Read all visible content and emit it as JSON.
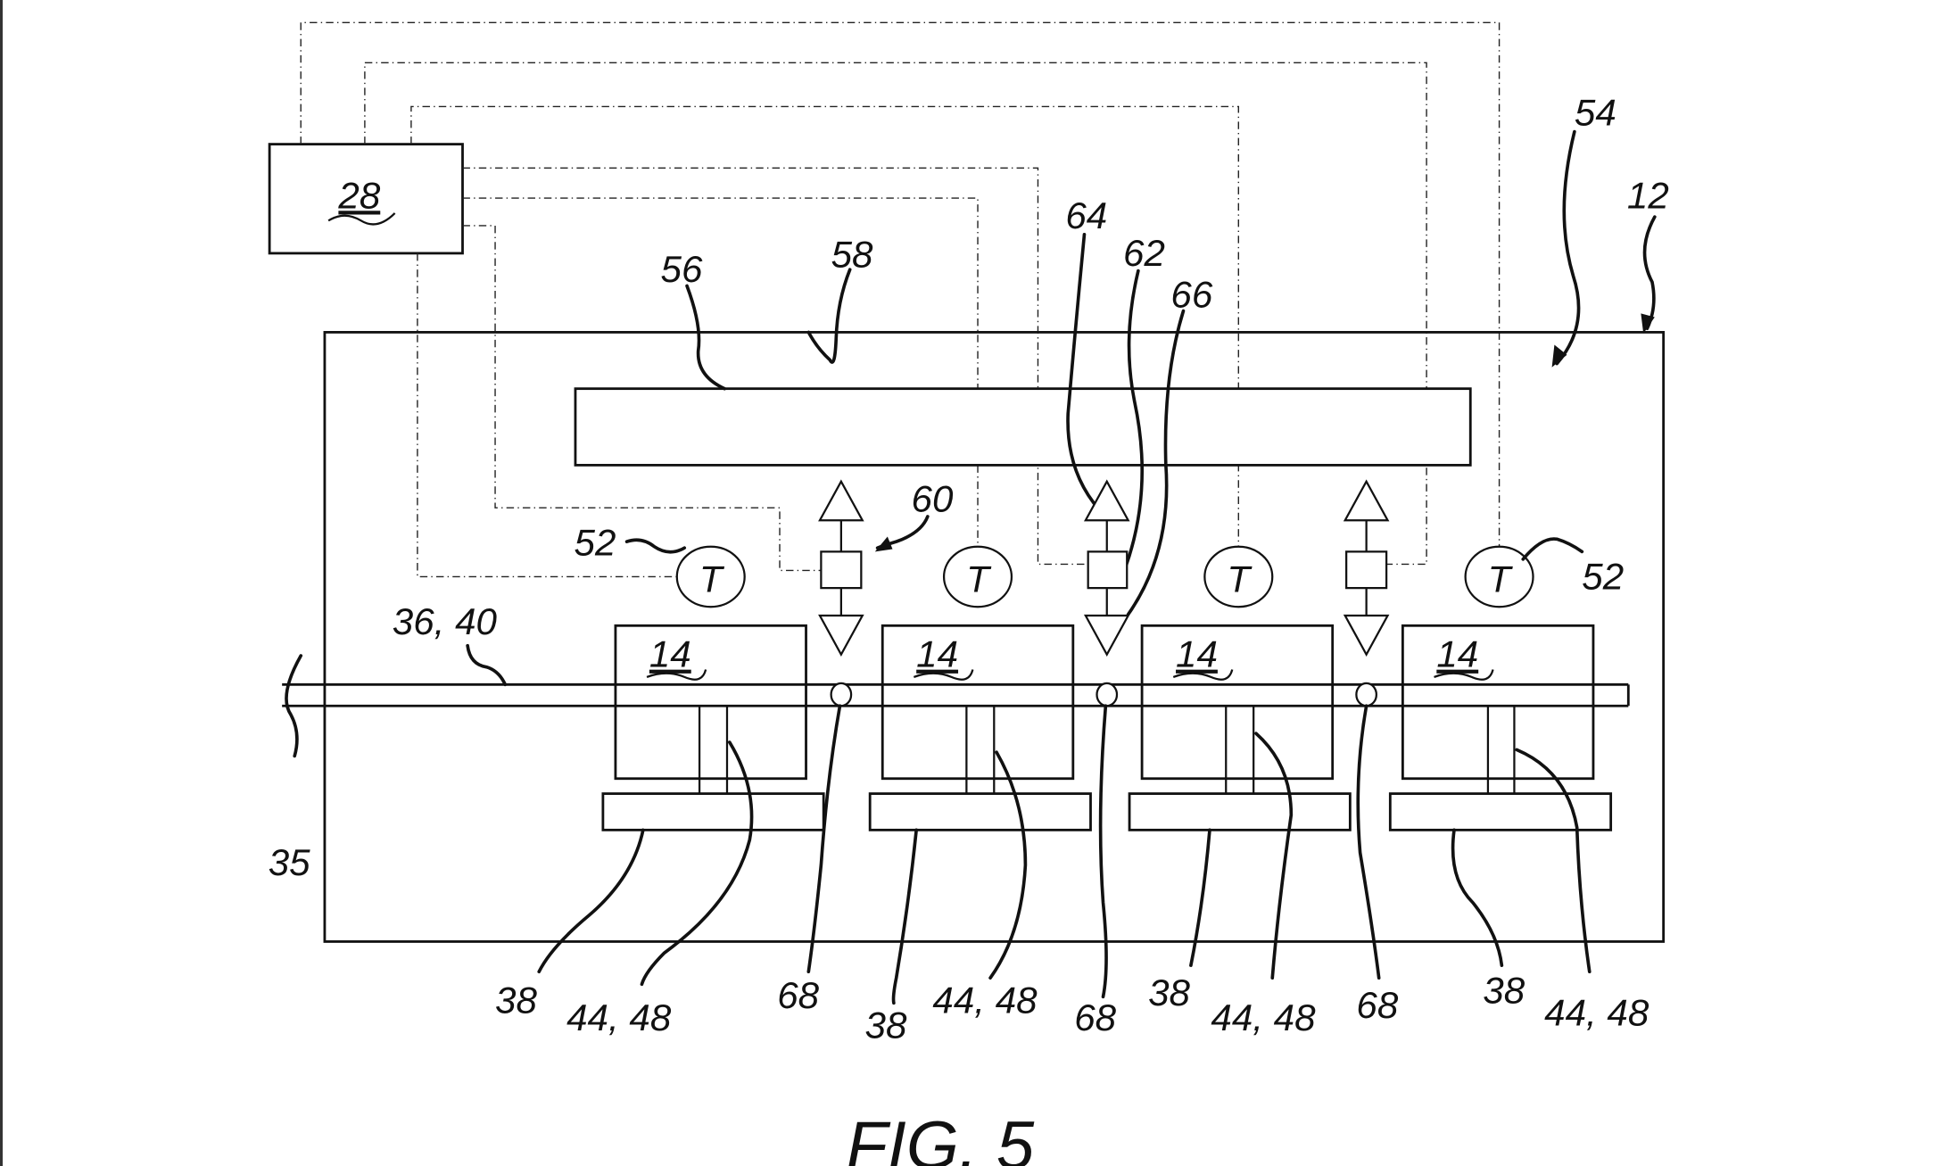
{
  "figure": {
    "caption": "FIG. 5",
    "labels": {
      "controller": "28",
      "system": "54",
      "housing": "12",
      "bus": "56",
      "housing_wall": "58",
      "actuator_assembly": "60",
      "actuator_body": "62",
      "actuator_up": "64",
      "actuator_down": "66",
      "sensor_left": "52",
      "sensor_right": "52",
      "shaft": "36, 40",
      "enclosure": "35",
      "module": "14",
      "base": "38",
      "coupling": "44, 48",
      "bearing": "68"
    },
    "sensor_symbol": "T",
    "modules": [
      {
        "module": "14",
        "base": "38",
        "coupling": "44, 48"
      },
      {
        "module": "14",
        "base": "38",
        "coupling": "44, 48"
      },
      {
        "module": "14",
        "base": "38",
        "coupling": "44, 48"
      },
      {
        "module": "14",
        "base": "38",
        "coupling": "44, 48"
      }
    ],
    "bearings": [
      "68",
      "68",
      "68"
    ]
  }
}
